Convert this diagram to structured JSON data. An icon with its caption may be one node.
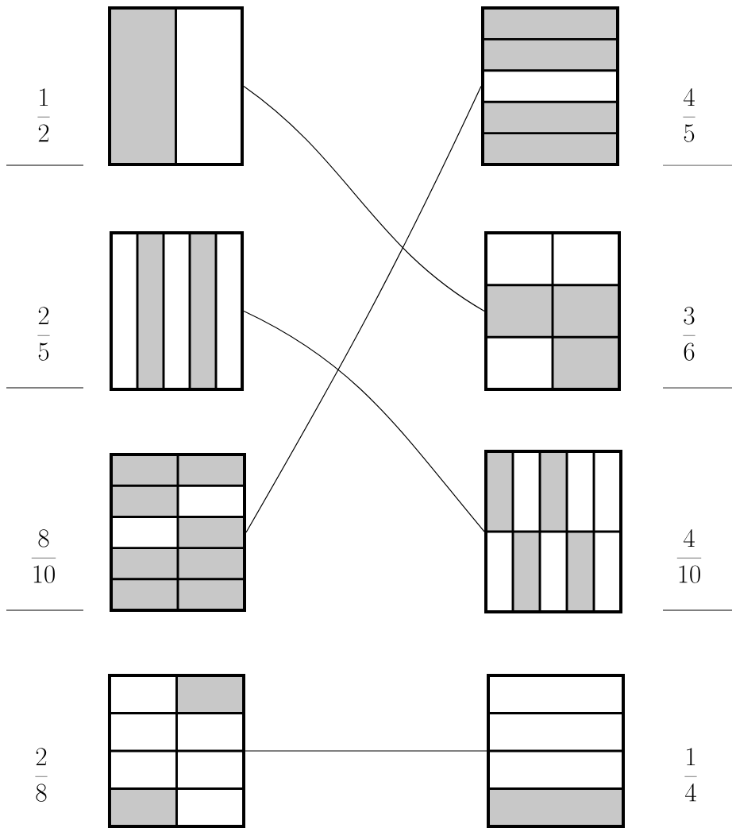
{
  "diagram": {
    "nodes": [
      {
        "text": [],
        "shape": "box"
      },
      {
        "text": [],
        "shape": "box"
      },
      {
        "text": [],
        "shape": "box"
      },
      {
        "text": [],
        "shape": "box"
      },
      {
        "text": [],
        "shape": "box"
      },
      {
        "text": [],
        "shape": "box"
      },
      {
        "text": [],
        "shape": "box"
      },
      {
        "text": [],
        "shape": "box"
      }
    ],
    "edges": [
      {
        "from": 0,
        "to": 3,
        "arrow": "none"
      },
      {
        "from": 2,
        "to": 5,
        "arrow": "none"
      },
      {
        "from": 4,
        "to": 1,
        "arrow": "none"
      },
      {
        "from": 6,
        "to": 7,
        "arrow": "none"
      }
    ],
    "labels": [
      "\\frac{1}{2}",
      "\\frac{4}{5}",
      "\\frac{2}{5}",
      "\\frac{3}{6}",
      "\\frac{8}{10}",
      "\\frac{4}{10}",
      "\\frac{2}{8}",
      "\\frac{1}{4}"
    ]
  }
}
